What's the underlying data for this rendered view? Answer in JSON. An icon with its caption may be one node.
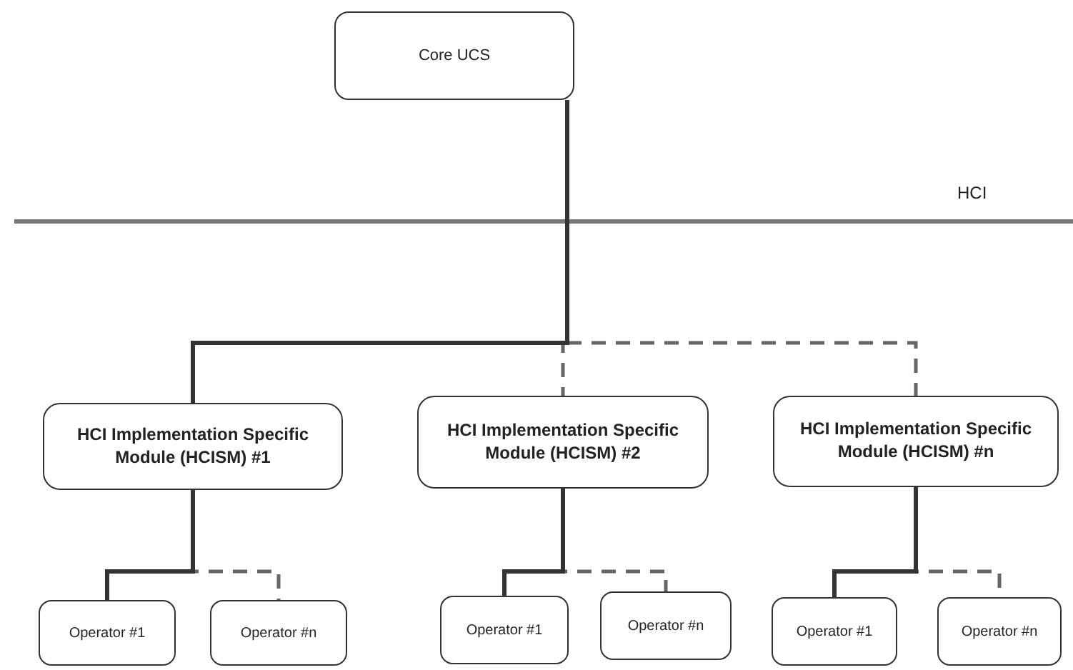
{
  "diagram": {
    "nodes": [
      {
        "text": [
          "Core UCS"
        ]
      },
      {
        "text": [
          "HCI Implementation Specific Module (HCISM) #1"
        ]
      },
      {
        "text": [
          "HCI Implementation Specific Module (HCISM) #2"
        ]
      },
      {
        "text": [
          "HCI Implementation Specific Module (HCISM) #n"
        ]
      },
      {
        "text": [
          "Operator #1"
        ]
      },
      {
        "text": [
          "Operator #n"
        ]
      },
      {
        "text": [
          "Operator #1"
        ]
      },
      {
        "text": [
          "Operator #n"
        ]
      },
      {
        "text": [
          "Operator #1"
        ]
      },
      {
        "text": [
          "Operator #n"
        ]
      }
    ],
    "edges": [
      {
        "from": 0,
        "to": 1,
        "arrow": "none"
      },
      {
        "from": 0,
        "to": 2,
        "arrow": "none",
        "style": "dashed"
      },
      {
        "from": 0,
        "to": 3,
        "arrow": "none",
        "style": "dashed"
      },
      {
        "from": 1,
        "to": 4,
        "arrow": "none"
      },
      {
        "from": 1,
        "to": 5,
        "arrow": "none",
        "style": "dashed"
      },
      {
        "from": 2,
        "to": 6,
        "arrow": "none"
      },
      {
        "from": 2,
        "to": 7,
        "arrow": "none",
        "style": "dashed"
      },
      {
        "from": 3,
        "to": 8,
        "arrow": "none"
      },
      {
        "from": 3,
        "to": 9,
        "arrow": "none",
        "style": "dashed"
      }
    ],
    "labels": [
      "HCI"
    ]
  }
}
